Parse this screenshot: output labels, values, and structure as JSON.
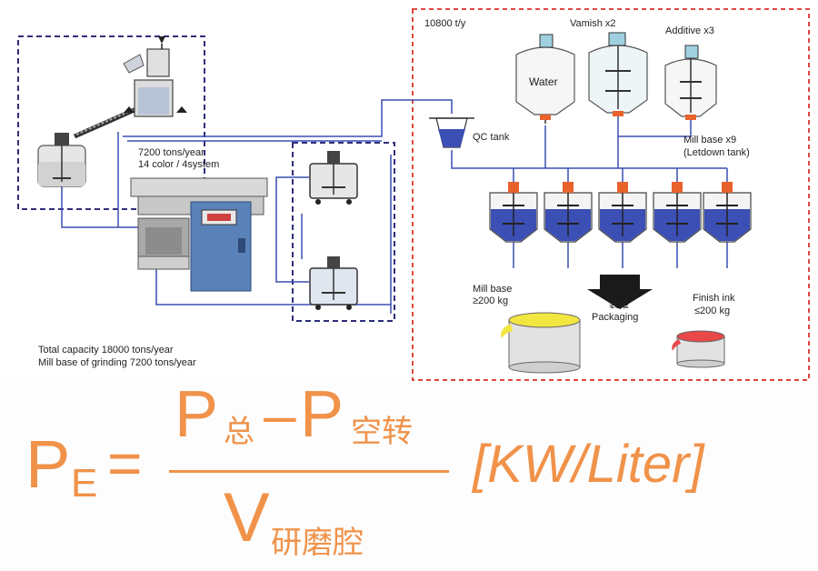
{
  "labels": {
    "capacity_top": "10800 t/y",
    "varnish": "Vamish x2",
    "additive": "Additive x3",
    "water": "Water",
    "qc_tank": "QC tank",
    "mill_base_tank_1": "Mill base x9",
    "mill_base_tank_2": "(Letdown tank)",
    "grind_capacity_1": "7200 tons/year",
    "grind_capacity_2": "14 color / 4system",
    "mill_base_out_1": "Mill base",
    "mill_base_out_2": "≥200 kg",
    "packaging_cn": "装罐",
    "packaging_en": "Packaging",
    "finish_ink_1": "Finish ink",
    "finish_ink_2": "≤200 kg",
    "total_1": "Total capacity 18000 tons/year",
    "total_2": "Mill base of grinding 7200 tons/year"
  },
  "formula": {
    "lhs_main": "P",
    "lhs_sub": "E",
    "equals": "=",
    "num_p1": "P",
    "num_sub1": "总",
    "num_minus": "–",
    "num_p2": "P",
    "num_sub2": "空转",
    "den_v": "V",
    "den_sub": "研磨腔",
    "unit": "[KW/Liter]"
  },
  "colors": {
    "formula_orange": "#f0924a",
    "dashed_blue": "#2e2e7a",
    "dashed_red": "#e0473e",
    "pipe_blue": "#3a4fb3",
    "tank_fill_blue": "#3b4fb5",
    "valve_orange": "#e8622c",
    "yellow_ink": "#f2e640",
    "red_ink": "#e84848"
  }
}
